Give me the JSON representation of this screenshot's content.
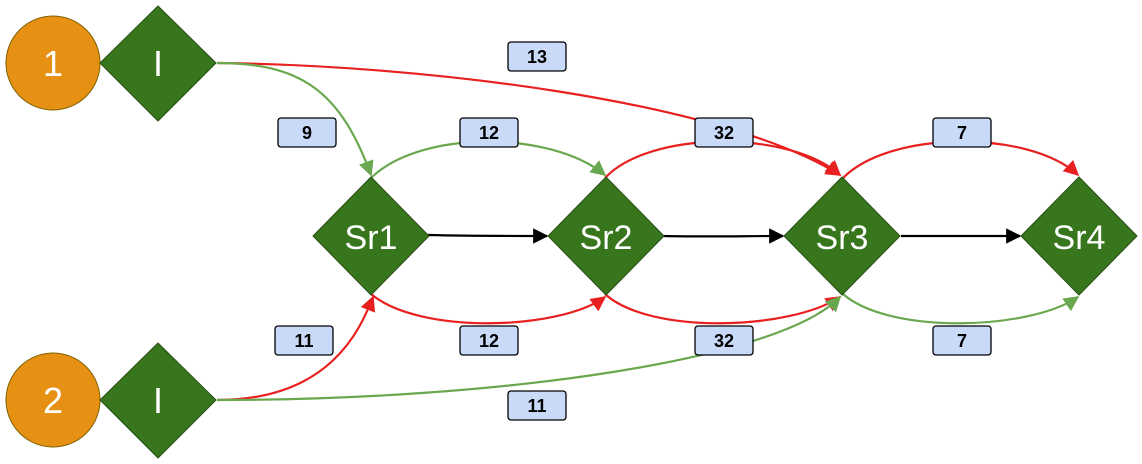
{
  "colors": {
    "circle_fill": "#e69114",
    "diamond_fill": "#38761d",
    "green_edge": "#6aa84f",
    "red_edge": "#e82020",
    "black_edge": "#000000",
    "label_fill": "#c9daf8"
  },
  "nodes": {
    "source1": "1",
    "source2": "2",
    "input1": "I",
    "input2": "I",
    "sr1": "Sr1",
    "sr2": "Sr2",
    "sr3": "Sr3",
    "sr4": "Sr4"
  },
  "edge_labels": {
    "i1_sr3": "13",
    "i1_sr1": "9",
    "sr1_sr2_top": "12",
    "sr2_sr3_top": "32",
    "sr3_sr4_top": "7",
    "i2_sr1": "11",
    "sr1_sr2_bottom": "12",
    "sr2_sr3_bottom": "32",
    "sr3_sr4_bottom": "7",
    "i2_sr3": "11"
  }
}
